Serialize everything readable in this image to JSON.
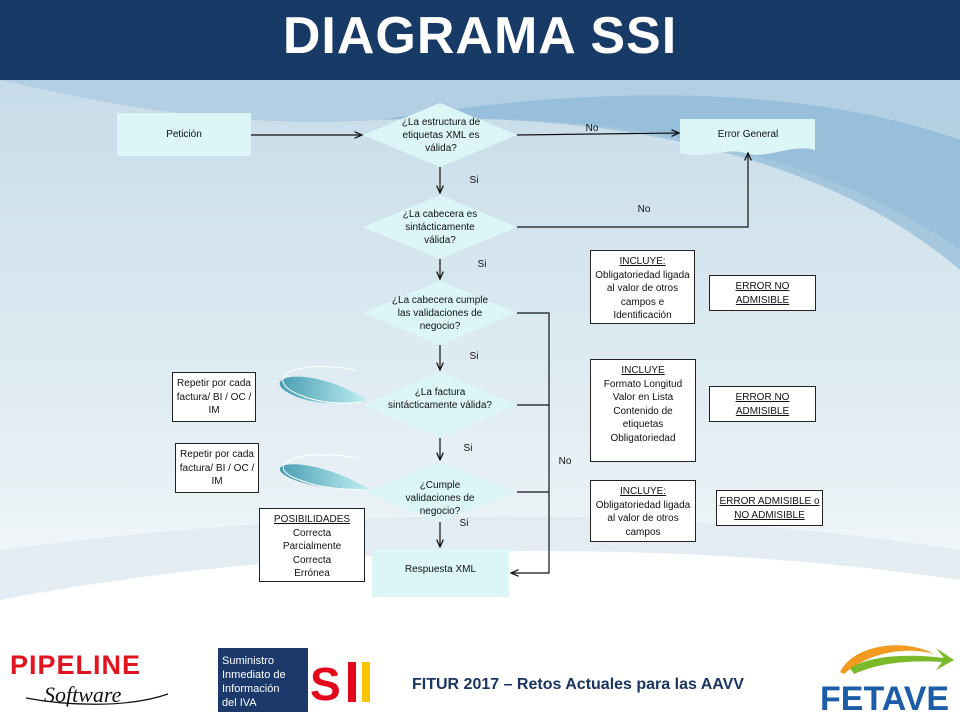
{
  "title": "DIAGRAMA SSI",
  "nodes": {
    "peticion": "Petición",
    "q_estructura": "¿La estructura de etiquetas XML es válida?",
    "error_general": "Error General",
    "q_cabecera_sint": "¿La cabecera es sintácticamente válida?",
    "q_cabecera_neg": "¿La cabecera cumple las validaciones de negocio?",
    "q_factura_sint": "¿La factura sintácticamente válida?",
    "q_validaciones_neg": "¿Cumple validaciones de negocio?",
    "respuesta_xml": "Respuesta XML"
  },
  "edge_labels": {
    "no_1": "No",
    "no_2": "No",
    "no_3": "No",
    "si_1": "Si",
    "si_2": "Si",
    "si_3": "Si",
    "si_4": "Si",
    "si_5": "Si"
  },
  "repeat_boxes": {
    "repeat_1": "Repetir por cada factura/ BI / OC / IM",
    "repeat_2": "Repetir por cada factura/ BI / OC / IM"
  },
  "posibilidades": {
    "heading": "POSIBILIDADES",
    "items": [
      "Correcta",
      "Parcialmente Correcta",
      "Errónea"
    ]
  },
  "incluye_boxes": {
    "box_1": {
      "heading": "INCLUYE:",
      "body": "Obligatoriedad ligada al valor de otros campos e Identificación"
    },
    "box_2": {
      "heading": "INCLUYE",
      "body": "Formato Longitud Valor en Lista Contenido de etiquetas Obligatoriedad"
    },
    "box_3": {
      "heading": "INCLUYE:",
      "body": "Obligatoriedad ligada al valor de otros campos"
    }
  },
  "error_boxes": {
    "error_1": "ERROR  NO ADMISIBLE",
    "error_2": "ERROR NO ADMISIBLE",
    "error_3": "ERROR ADMISIBLE  o  NO ADMISIBLE"
  },
  "footer": {
    "text": "FITUR 2017 – Retos Actuales para las AAVV",
    "logo_pipeline_top": "PIPELINE",
    "logo_pipeline_bottom": "Software",
    "logo_sii_text": "Suministro Inmediato de Información del IVA",
    "logo_sii_mark": "SII",
    "logo_fetave": "FETAVE"
  },
  "colors": {
    "header": "#183a67",
    "shape_fill": "#dcf5f6",
    "footer_text": "#1a3560",
    "pipeline_red": "#e0141e",
    "sii_red": "#e3061b",
    "sii_yellow": "#f7c600",
    "fetave_blue": "#1d5da8",
    "fetave_orange": "#f29a1f",
    "fetave_green": "#7ab929"
  }
}
